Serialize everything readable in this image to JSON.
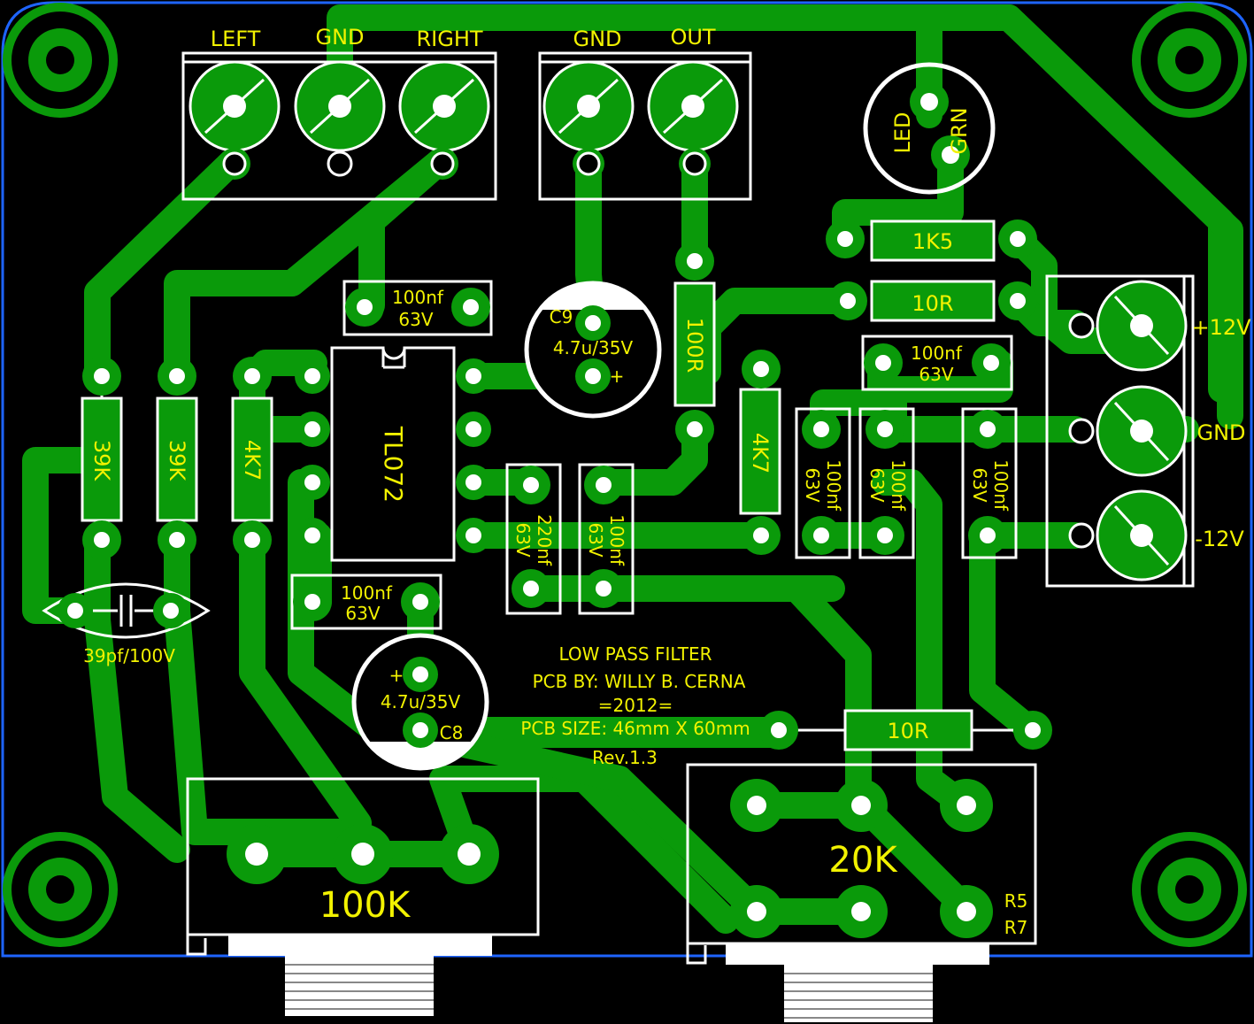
{
  "board": {
    "colors": {
      "background": "#000000",
      "copper": "#0a9a0a",
      "silkscreen": "#ffffff",
      "labels": "#f2f200",
      "outline": "#1e64ff"
    }
  },
  "connectors": {
    "input": {
      "labels": [
        "LEFT",
        "GND",
        "RIGHT"
      ]
    },
    "output": {
      "labels": [
        "GND",
        "OUT"
      ]
    },
    "power": {
      "labels": [
        "+12V",
        "GND",
        "-12V"
      ]
    }
  },
  "led": {
    "label_left": "LED",
    "label_right": "GRN"
  },
  "ic": {
    "label": "TL072"
  },
  "resistors": {
    "r_39k_a": "39K",
    "r_39k_b": "39K",
    "r_4k7_a": "4K7",
    "r_4k7_b": "4K7",
    "r_100r": "100R",
    "r_1k5": "1K5",
    "r_10r_top": "10R",
    "r_10r_bottom": "10R"
  },
  "capacitors": {
    "c_top_left": {
      "value": "100nf",
      "voltage": "63V"
    },
    "c_mid_left": {
      "value": "100nf",
      "voltage": "63V"
    },
    "c_220": {
      "value": "220nf",
      "voltage": "63V"
    },
    "c_100_v": {
      "value": "100nf",
      "voltage": "63V"
    },
    "c_right_h": {
      "value": "100nf",
      "voltage": "63V"
    },
    "c_right_v1": {
      "value": "100nf",
      "voltage": "63V"
    },
    "c_right_v2": {
      "value": "100nf",
      "voltage": "63V"
    },
    "c_right_v3": {
      "value": "100nf",
      "voltage": "63V"
    },
    "c_39pf": "39pf/100V",
    "c9": {
      "name": "C9",
      "value": "4.7u/35V",
      "plus": "+"
    },
    "c8": {
      "name": "C8",
      "value": "4.7u/35V",
      "plus": "+"
    }
  },
  "pots": {
    "p_100k": "100K",
    "p_20k": "20K",
    "p_20k_refs": [
      "R5",
      "R7"
    ]
  },
  "info": {
    "line1": "LOW PASS FILTER",
    "line2": "PCB BY: WILLY B. CERNA",
    "line3": "=2012=",
    "line4": "PCB SIZE: 46mm X 60mm",
    "line5": "Rev.1.3"
  }
}
